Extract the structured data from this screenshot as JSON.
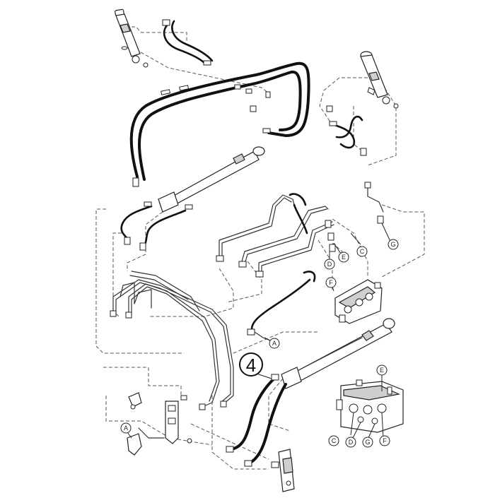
{
  "item_callout": "4",
  "callouts": {
    "a_lower_left": "A",
    "a_mid": "A",
    "c_top": "C",
    "d_top": "D",
    "e_top": "E",
    "f_top": "F",
    "g_top": "G",
    "c_inset": "C",
    "d_inset": "D",
    "e_inset": "E",
    "f_inset": "F",
    "g_inset": "G"
  },
  "colors": {
    "hose": "#111111",
    "tube": "#333333",
    "dashed_leader": "#555555",
    "background": "#ffffff"
  }
}
